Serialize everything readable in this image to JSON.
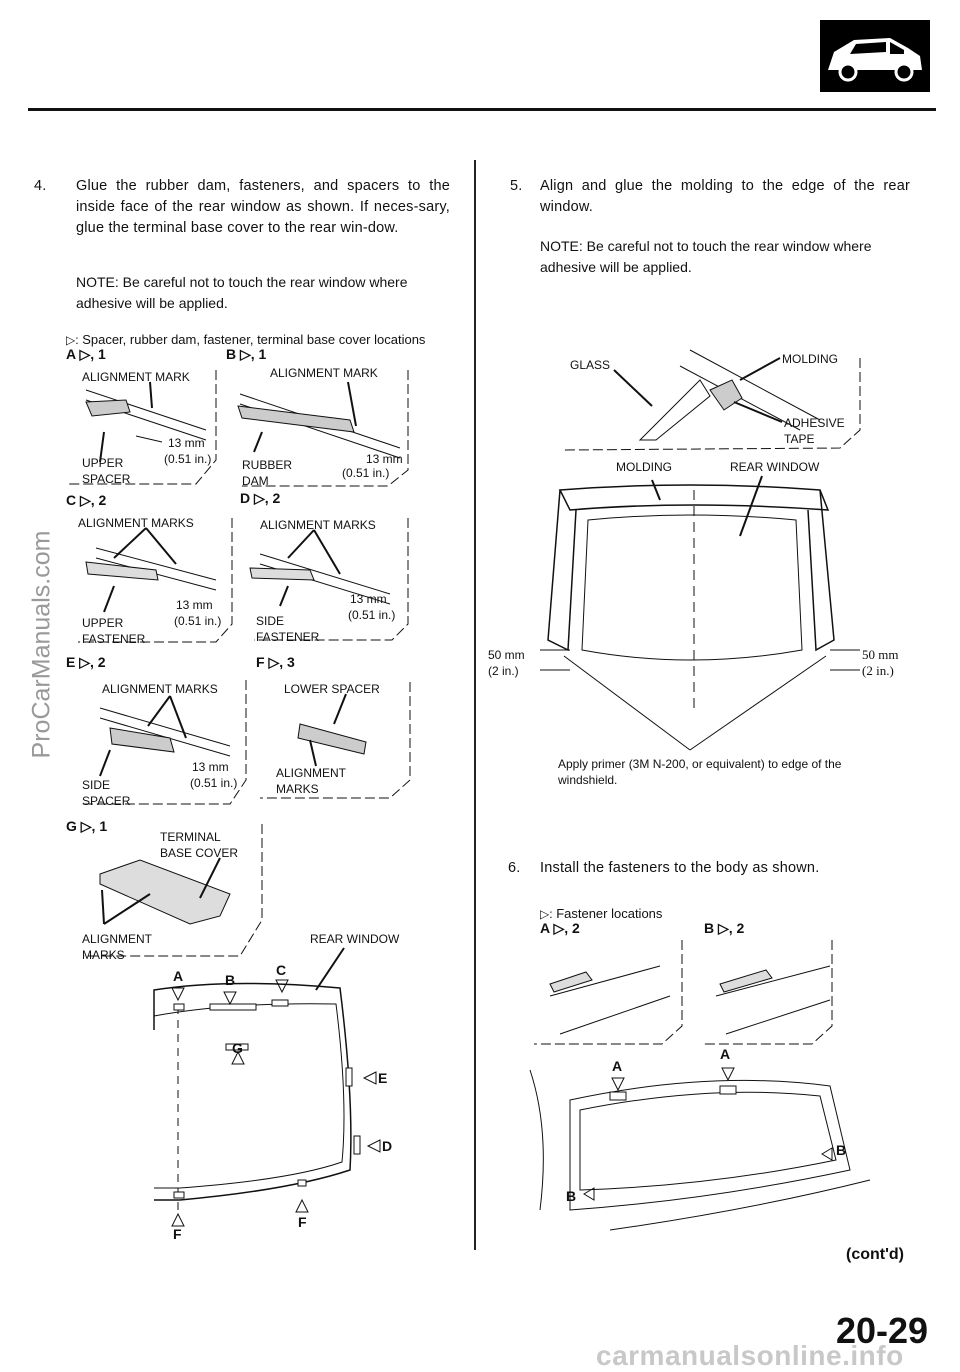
{
  "header": {
    "car_icon": "car-icon"
  },
  "watermark_left": "ProCarManuals.com",
  "step4": {
    "number": "4.",
    "text": "Glue the rubber dam, fasteners, and spacers to the inside face of the rear window as shown. If neces-sary, glue the terminal base cover to the rear win-dow.",
    "note": "NOTE: Be careful not to touch the rear window where adhesive will be applied.",
    "legend": "Spacer, rubber dam, fastener, terminal base cover locations"
  },
  "details": {
    "A": {
      "code": "A ▷, 1",
      "mark": "ALIGNMENT MARK",
      "dim": "13 mm",
      "dim_in": "(0.51 in.)",
      "part": "UPPER",
      "part2": "SPACER"
    },
    "B": {
      "code": "B ▷, 1",
      "mark": "ALIGNMENT MARK",
      "dim": "13 mm",
      "dim_in": "(0.51 in.)",
      "part": "RUBBER",
      "part2": "DAM"
    },
    "C": {
      "code": "C ▷, 2",
      "mark": "ALIGNMENT MARKS",
      "dim": "13 mm",
      "dim_in": "(0.51 in.)",
      "part": "UPPER",
      "part2": "FASTENER"
    },
    "D": {
      "code": "D ▷, 2",
      "mark": "ALIGNMENT MARKS",
      "dim": "13 mm",
      "dim_in": "(0.51 in.)",
      "part": "SIDE",
      "part2": "FASTENER"
    },
    "E": {
      "code": "E ▷, 2",
      "mark": "ALIGNMENT MARKS",
      "dim": "13 mm",
      "dim_in": "(0.51 in.)",
      "part": "SIDE",
      "part2": "SPACER"
    },
    "F": {
      "code": "F ▷, 3",
      "mark": "LOWER SPACER",
      "part": "ALIGNMENT",
      "part2": "MARKS"
    },
    "G": {
      "code": "G ▷, 1",
      "mark": "TERMINAL",
      "mark2": "BASE COVER",
      "part": "ALIGNMENT",
      "part2": "MARKS"
    }
  },
  "window_diagram": {
    "label": "REAR WINDOW",
    "letters": {
      "A": "A",
      "B": "B",
      "C": "C",
      "G": "G",
      "E": "E",
      "D": "D",
      "F1": "F",
      "F2": "F"
    }
  },
  "step5": {
    "number": "5.",
    "text": "Align and glue the molding to the edge of the rear window.",
    "note": "NOTE: Be careful not to touch the rear window where adhesive will be applied.",
    "glass": "GLASS",
    "molding": "MOLDING",
    "adhesive": "ADHESIVE",
    "tape": "TAPE",
    "molding2": "MOLDING",
    "rear_window": "REAR WINDOW",
    "dim_left": "50 mm",
    "dim_left_in": "(2 in.)",
    "dim_right": "50 mm",
    "dim_right_in": "(2 in.)",
    "primer": "Apply primer (3M N-200, or equivalent) to edge of the windshield."
  },
  "step6": {
    "number": "6.",
    "text": "Install the fasteners to the body as shown.",
    "legend": "Fastener locations",
    "codeA": "A ▷, 2",
    "codeB": "B ▷, 2",
    "letters": {
      "A1": "A",
      "A2": "A",
      "B1": "B",
      "B2": "B"
    }
  },
  "footer": {
    "contd": "(cont'd)",
    "page": "20-29",
    "watermark": "carmanualsonline.info"
  }
}
